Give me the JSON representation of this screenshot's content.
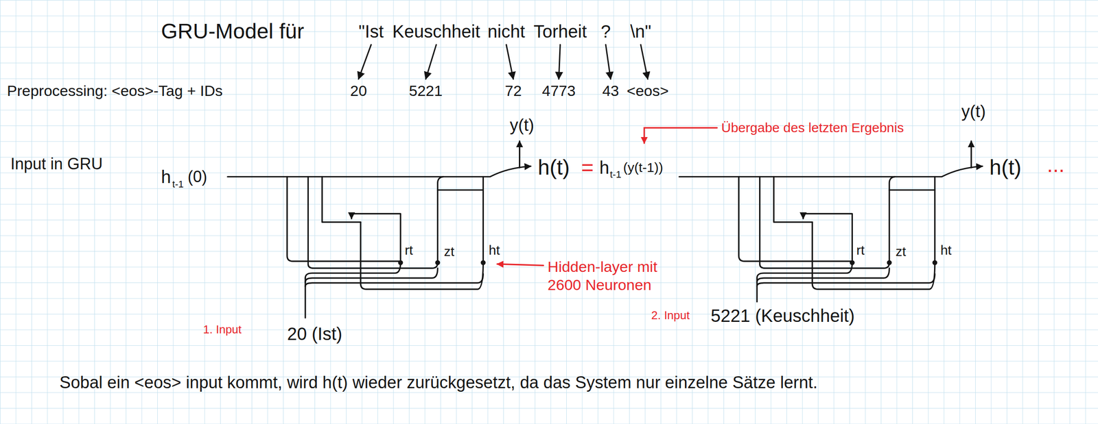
{
  "diagram": {
    "title": "GRU-Model für",
    "nodes": [
      {
        "text": [
          "\"Ist"
        ]
      },
      {
        "text": [
          "Keuschheit"
        ]
      },
      {
        "text": [
          "nicht"
        ]
      },
      {
        "text": [
          "Torheit"
        ]
      },
      {
        "text": [
          "?"
        ]
      },
      {
        "text": [
          "\\n\""
        ]
      },
      {
        "text": [
          "20"
        ]
      },
      {
        "text": [
          "5221"
        ]
      },
      {
        "text": [
          "72"
        ]
      },
      {
        "text": [
          "4773"
        ]
      },
      {
        "text": [
          "43"
        ]
      },
      {
        "text": [
          "<eos>"
        ]
      }
    ],
    "edges": [
      {
        "from": 0,
        "to": 6,
        "arrow": "to"
      },
      {
        "from": 1,
        "to": 7,
        "arrow": "to"
      },
      {
        "from": 2,
        "to": 8,
        "arrow": "to"
      },
      {
        "from": 3,
        "to": 9,
        "arrow": "to"
      },
      {
        "from": 4,
        "to": 10,
        "arrow": "to"
      },
      {
        "from": 5,
        "to": 11,
        "arrow": "to"
      }
    ],
    "labels": [
      "Preprocessing: <eos>-Tag + IDs",
      "Input in GRU",
      "h",
      "t-1",
      "(0)",
      "y(t)",
      "h(t)",
      "=",
      "h",
      "t-1",
      "(y(t-1))",
      "Übergabe des letzten Ergebnis",
      "y(t)",
      "h(t)",
      "...",
      "rt",
      "zt",
      "ht",
      "Hidden-layer mit 2600 Neuronen",
      "rt",
      "zt",
      "ht",
      "1. Input",
      "20 (Ist)",
      "2. Input",
      "5221 (Keuschheit)",
      "Sobal ein <eos> input kommt, wird h(t) wieder zurückgesetzt, da das System nur einzelne Sätze lernt."
    ]
  }
}
